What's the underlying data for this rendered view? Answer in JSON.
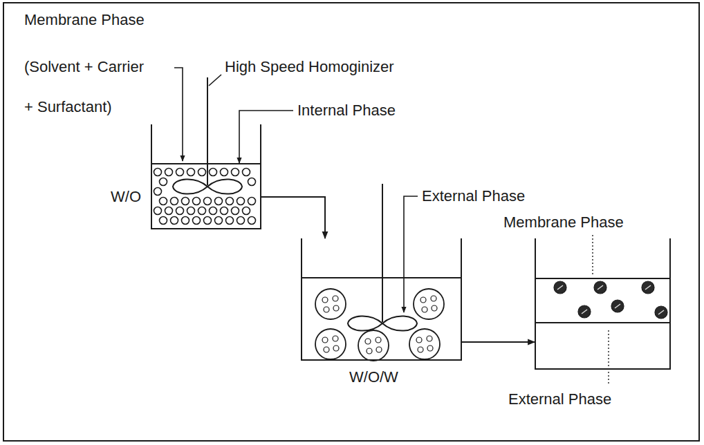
{
  "diagram": {
    "nodes": [
      {
        "text": [
          "W/O"
        ]
      },
      {
        "text": [
          "W/O/W"
        ]
      },
      {
        "text": [
          "Membrane Phase",
          "External Phase"
        ]
      }
    ],
    "edges": [
      {
        "from": 0,
        "to": 1,
        "arrow": "to"
      },
      {
        "from": 1,
        "to": 2,
        "arrow": "to"
      }
    ],
    "labels": [
      "Membrane Phase",
      "(Solvent + Carrier",
      "+ Surfactant)",
      "High Speed Homoginizer",
      "Internal Phase",
      "External Phase"
    ]
  }
}
